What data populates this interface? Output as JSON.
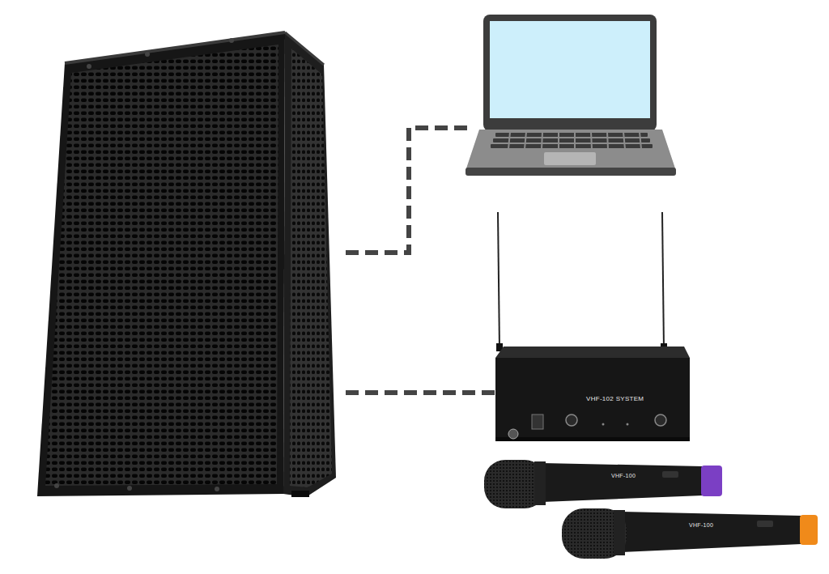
{
  "diagram": {
    "nodes": [
      {
        "text": []
      },
      {
        "text": []
      },
      {
        "text": [
          "VHF-102 SYSTEM"
        ]
      },
      {
        "text": [
          "VHF-100"
        ]
      },
      {
        "text": [
          "VHF-100"
        ]
      }
    ],
    "edges": [
      {
        "from": 0,
        "to": 1,
        "arrow": "none"
      },
      {
        "from": 0,
        "to": 2,
        "arrow": "none"
      }
    ]
  }
}
